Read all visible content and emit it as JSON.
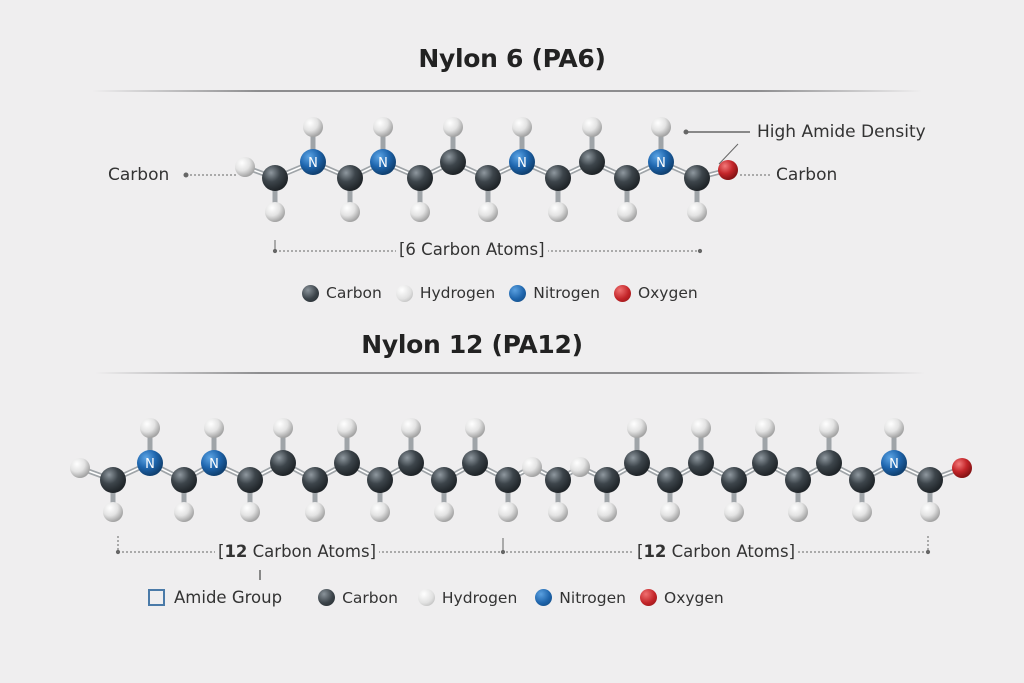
{
  "nylon6": {
    "title": "Nylon 6 (PA6)",
    "left_label": "Carbon",
    "right_label": "Carbon",
    "annotation": "High Amide Density",
    "span_label": "[6 Carbon Atoms]",
    "legend": [
      {
        "atom": "carbon",
        "label": "Carbon"
      },
      {
        "atom": "hydrogen",
        "label": "Hydrogen"
      },
      {
        "atom": "nitrogen",
        "label": "Nitrogen"
      },
      {
        "atom": "oxygen",
        "label": "Oxygen"
      }
    ],
    "atom_symbols": {
      "nitrogen": "N"
    }
  },
  "nylon12": {
    "title": "Nylon 12 (PA12)",
    "span_left": {
      "count": "12",
      "text": " Carbon Atoms]",
      "open": "["
    },
    "span_right": {
      "count": "12",
      "text": " Carbon Atoms]",
      "open": "["
    },
    "amide_legend": "Amide Group",
    "legend": [
      {
        "atom": "carbon",
        "label": "Carbon"
      },
      {
        "atom": "hydrogen",
        "label": "Hydrogen"
      },
      {
        "atom": "nitrogen",
        "label": "Nitrogen"
      },
      {
        "atom": "oxygen",
        "label": "Oxygen"
      }
    ]
  },
  "colors": {
    "background": "#efeeef",
    "carbon": "#3b4349",
    "hydrogen": "#e6e6e6",
    "nitrogen": "#1e64ab",
    "oxygen": "#c22428",
    "amide_box": "#4a7aa8"
  }
}
